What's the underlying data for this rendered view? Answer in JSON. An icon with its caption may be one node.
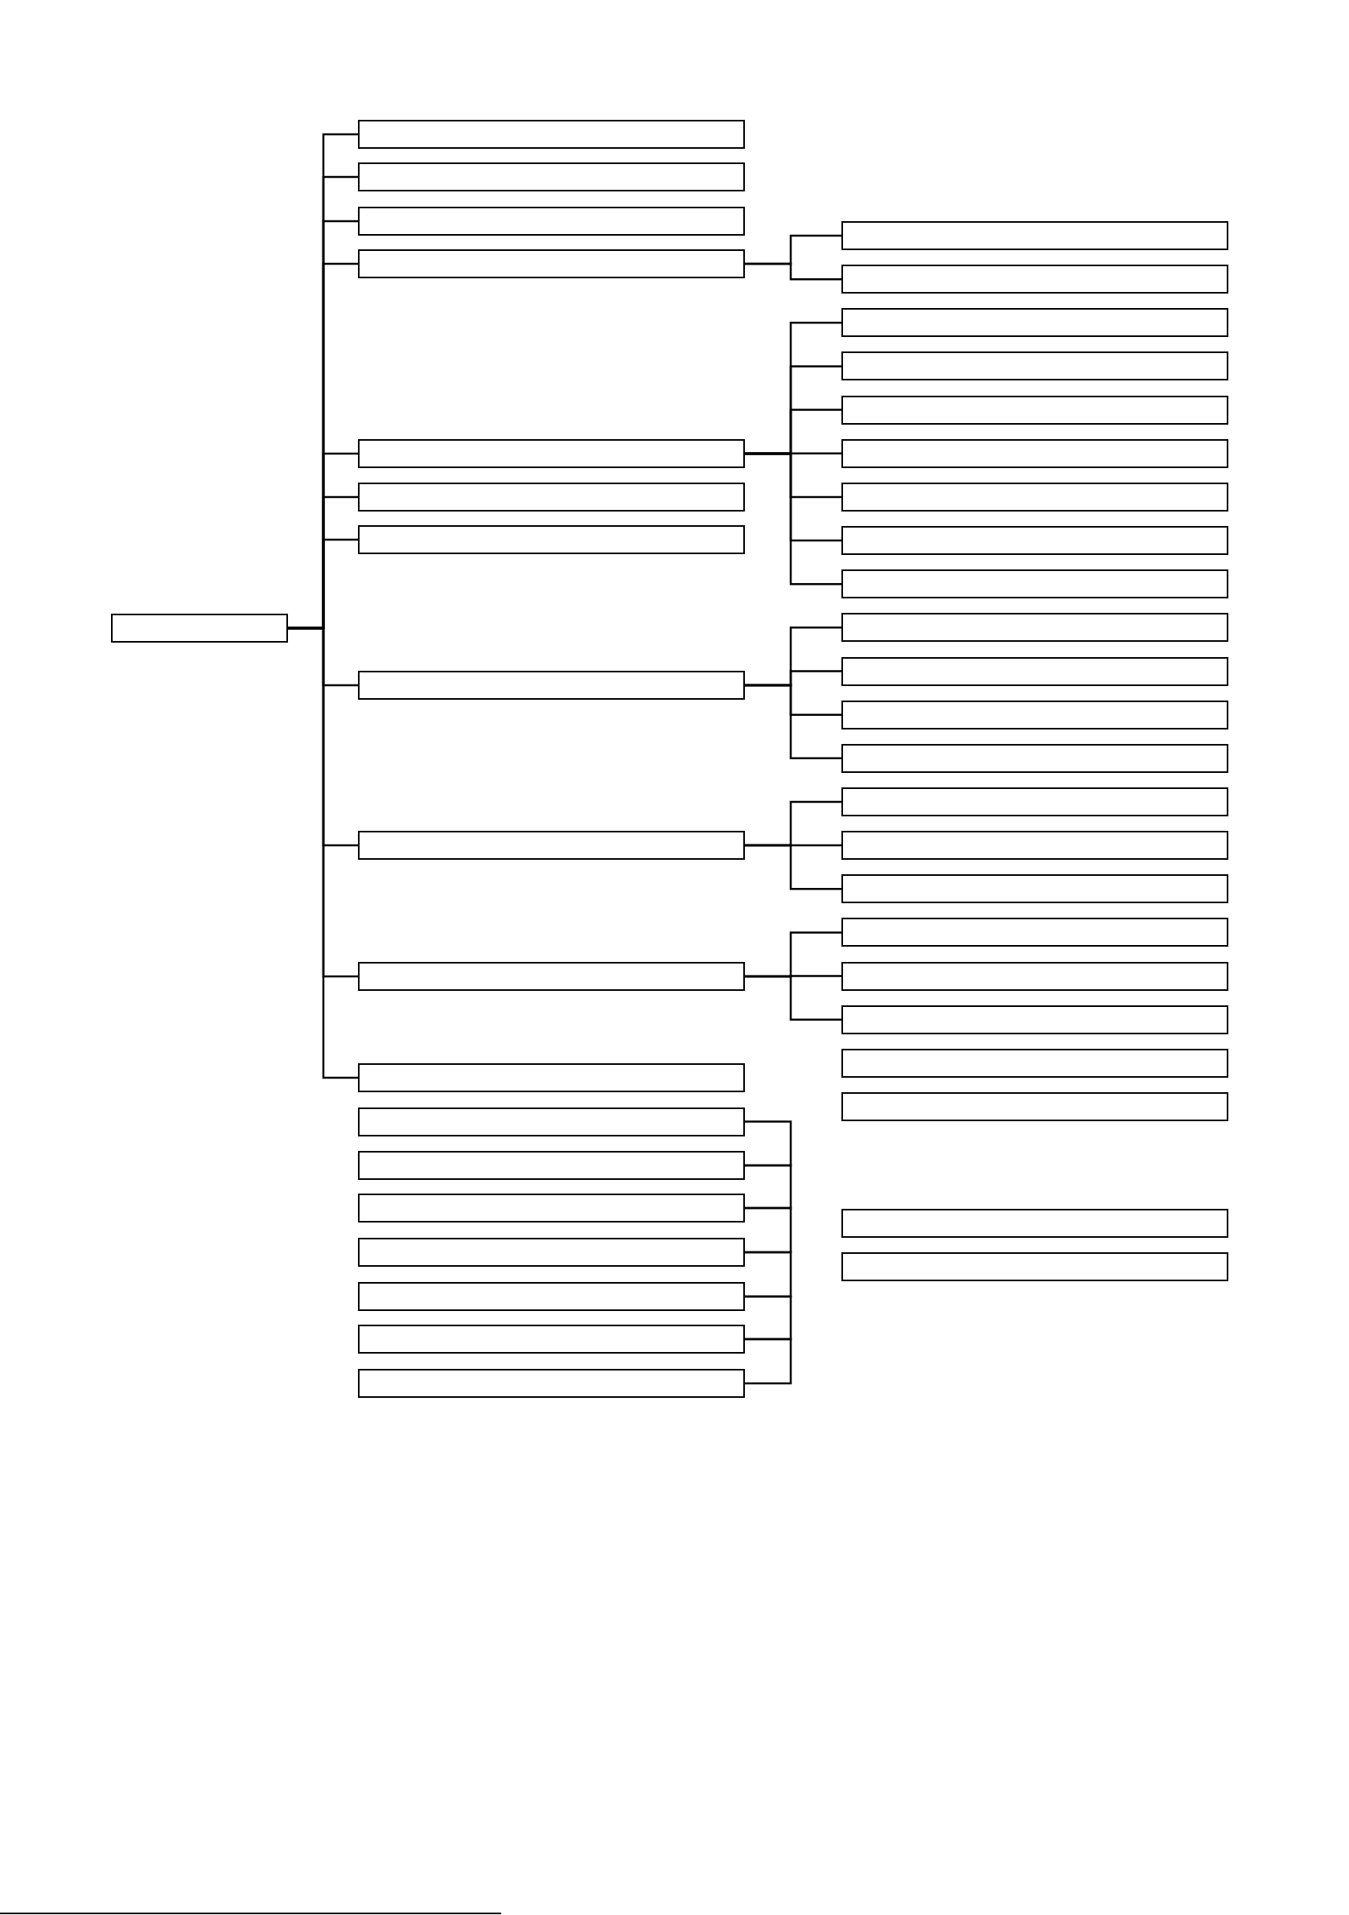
{
  "diagram": {
    "nodes": [
      {
        "text": [],
        "shape": "box"
      },
      {
        "text": [],
        "shape": "box"
      },
      {
        "text": [],
        "shape": "box"
      },
      {
        "text": [],
        "shape": "box"
      },
      {
        "text": [],
        "shape": "box"
      },
      {
        "text": [],
        "shape": "box"
      },
      {
        "text": [],
        "shape": "box"
      },
      {
        "text": [],
        "shape": "box"
      },
      {
        "text": [],
        "shape": "box"
      },
      {
        "text": [],
        "shape": "box"
      },
      {
        "text": [],
        "shape": "box"
      },
      {
        "text": [],
        "shape": "box"
      },
      {
        "text": [],
        "shape": "box"
      },
      {
        "text": [],
        "shape": "box"
      },
      {
        "text": [],
        "shape": "box"
      },
      {
        "text": [],
        "shape": "box"
      },
      {
        "text": [],
        "shape": "box"
      },
      {
        "text": [],
        "shape": "box"
      },
      {
        "text": [],
        "shape": "box"
      },
      {
        "text": [],
        "shape": "box"
      },
      {
        "text": [],
        "shape": "box"
      },
      {
        "text": [],
        "shape": "box"
      },
      {
        "text": [],
        "shape": "box"
      },
      {
        "text": [],
        "shape": "box"
      },
      {
        "text": [],
        "shape": "box"
      },
      {
        "text": [],
        "shape": "box"
      },
      {
        "text": [],
        "shape": "box"
      },
      {
        "text": [],
        "shape": "box"
      },
      {
        "text": [],
        "shape": "box"
      },
      {
        "text": [],
        "shape": "box"
      },
      {
        "text": [],
        "shape": "box"
      },
      {
        "text": [],
        "shape": "box"
      },
      {
        "text": [],
        "shape": "box"
      },
      {
        "text": [],
        "shape": "box"
      },
      {
        "text": [],
        "shape": "box"
      },
      {
        "text": [],
        "shape": "box"
      },
      {
        "text": [],
        "shape": "box"
      },
      {
        "text": [],
        "shape": "box"
      },
      {
        "text": [],
        "shape": "box"
      },
      {
        "text": [],
        "shape": "box"
      },
      {
        "text": [],
        "shape": "box"
      },
      {
        "text": [],
        "shape": "box"
      }
    ],
    "edges": [
      {
        "from": 0,
        "to": 1,
        "arrow": "none"
      },
      {
        "from": 0,
        "to": 2,
        "arrow": "none"
      },
      {
        "from": 0,
        "to": 3,
        "arrow": "none"
      },
      {
        "from": 0,
        "to": 4,
        "arrow": "none"
      },
      {
        "from": 0,
        "to": 5,
        "arrow": "none"
      },
      {
        "from": 0,
        "to": 6,
        "arrow": "none"
      },
      {
        "from": 0,
        "to": 7,
        "arrow": "none"
      },
      {
        "from": 0,
        "to": 8,
        "arrow": "none"
      },
      {
        "from": 0,
        "to": 9,
        "arrow": "none"
      },
      {
        "from": 0,
        "to": 10,
        "arrow": "none"
      },
      {
        "from": 0,
        "to": 11,
        "arrow": "none"
      },
      {
        "from": 4,
        "to": 19,
        "arrow": "none"
      },
      {
        "from": 4,
        "to": 20,
        "arrow": "none"
      },
      {
        "from": 5,
        "to": 21,
        "arrow": "none"
      },
      {
        "from": 5,
        "to": 22,
        "arrow": "none"
      },
      {
        "from": 5,
        "to": 23,
        "arrow": "none"
      },
      {
        "from": 5,
        "to": 24,
        "arrow": "none"
      },
      {
        "from": 5,
        "to": 25,
        "arrow": "none"
      },
      {
        "from": 5,
        "to": 26,
        "arrow": "none"
      },
      {
        "from": 5,
        "to": 27,
        "arrow": "none"
      },
      {
        "from": 8,
        "to": 28,
        "arrow": "none"
      },
      {
        "from": 8,
        "to": 29,
        "arrow": "none"
      },
      {
        "from": 8,
        "to": 30,
        "arrow": "none"
      },
      {
        "from": 8,
        "to": 31,
        "arrow": "none"
      },
      {
        "from": 9,
        "to": 32,
        "arrow": "none"
      },
      {
        "from": 9,
        "to": 33,
        "arrow": "none"
      },
      {
        "from": 9,
        "to": 34,
        "arrow": "none"
      },
      {
        "from": 10,
        "to": 35,
        "arrow": "none"
      },
      {
        "from": 10,
        "to": 36,
        "arrow": "none"
      },
      {
        "from": 10,
        "to": 37,
        "arrow": "none"
      },
      {
        "from": 12,
        "to": 13,
        "arrow": "none"
      },
      {
        "from": 13,
        "to": 14,
        "arrow": "none"
      },
      {
        "from": 14,
        "to": 15,
        "arrow": "none"
      },
      {
        "from": 15,
        "to": 16,
        "arrow": "none"
      },
      {
        "from": 16,
        "to": 17,
        "arrow": "none"
      },
      {
        "from": 17,
        "to": 18,
        "arrow": "none"
      }
    ]
  }
}
